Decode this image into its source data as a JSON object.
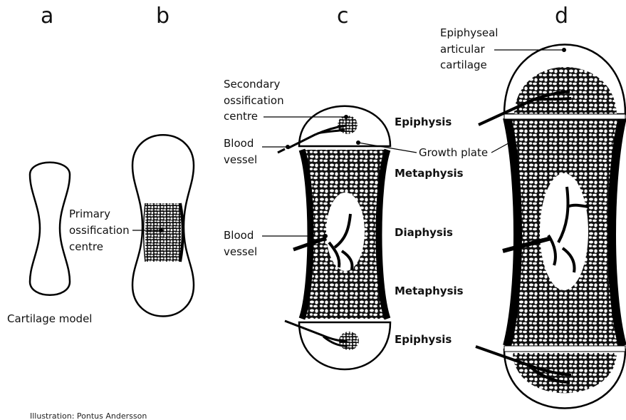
{
  "stages": {
    "a": "a",
    "b": "b",
    "c": "c",
    "d": "d"
  },
  "labels": {
    "cartilage_model": "Cartilage model",
    "primary_ossification": [
      "Primary",
      "ossification",
      "centre"
    ],
    "secondary_ossification": [
      "Secondary",
      "ossification",
      "centre"
    ],
    "blood_vessel_top": [
      "Blood",
      "vessel"
    ],
    "blood_vessel_mid": [
      "Blood",
      "vessel"
    ],
    "growth_plate": "Growth plate",
    "epiphyseal_cartilage": [
      "Epiphyseal",
      "articular",
      "cartilage"
    ],
    "epiphysis_top": "Epiphysis",
    "metaphysis_top": "Metaphysis",
    "diaphysis": "Diaphysis",
    "metaphysis_bottom": "Metaphysis",
    "epiphysis_bottom": "Epiphysis"
  },
  "credit": "Illustration: Pontus Andersson"
}
